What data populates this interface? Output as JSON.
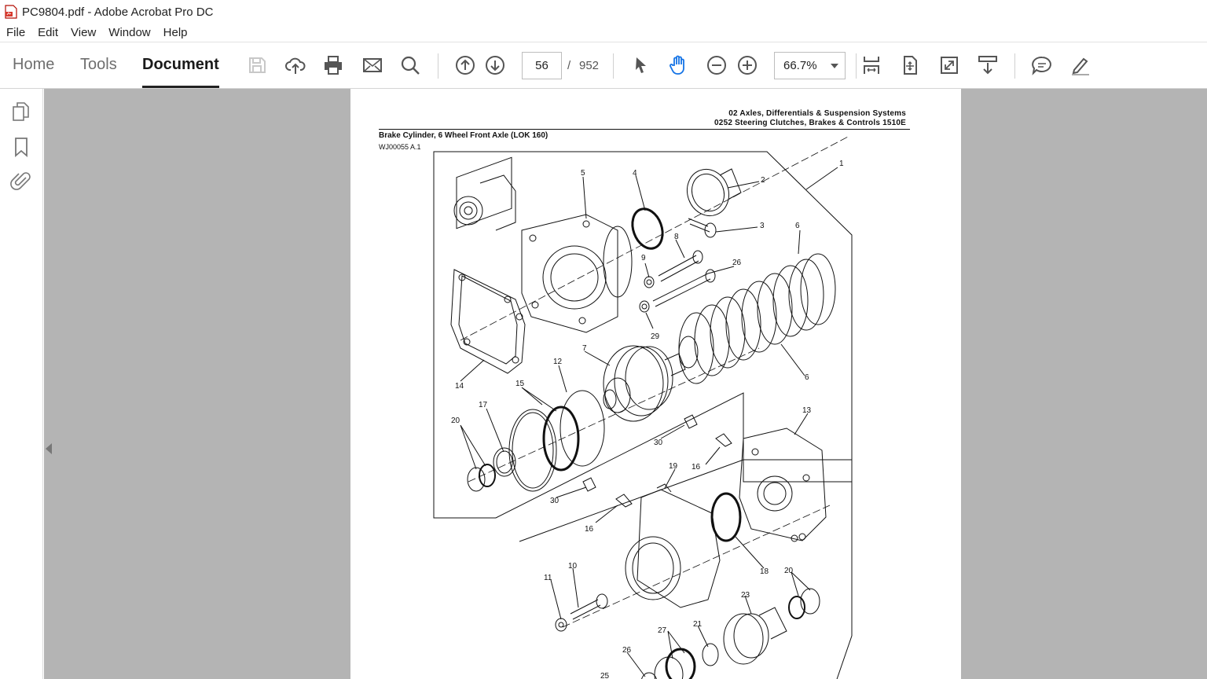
{
  "window": {
    "title": "PC9804.pdf - Adobe Acrobat Pro DC",
    "icon": "pdf-file-icon"
  },
  "menu": [
    "File",
    "Edit",
    "View",
    "Window",
    "Help"
  ],
  "tabs": {
    "home": "Home",
    "tools": "Tools",
    "document": "Document",
    "active": "Document"
  },
  "toolbar": {
    "icons": [
      "save-icon",
      "upload-cloud-icon",
      "print-icon",
      "email-icon",
      "search-icon",
      "page-up-icon",
      "page-down-icon",
      "select-arrow-icon",
      "hand-tool-icon",
      "zoom-out-icon",
      "zoom-in-icon",
      "fit-page-icon",
      "rotate-icon",
      "full-screen-icon",
      "scrolling-mode-icon",
      "comment-icon",
      "highlight-pen-icon"
    ],
    "page_current": "56",
    "page_separator": "/",
    "page_total": "952",
    "zoom": "66.7%",
    "accent_color": "#1473e6"
  },
  "sidebar": {
    "icons": [
      "page-thumbnails-icon",
      "bookmark-icon",
      "attachment-icon"
    ]
  },
  "document": {
    "header_line1": "02 Axles, Differentials & Suspension Systems",
    "header_line2": "0252 Steering Clutches, Brakes & Controls 1510E",
    "title": "Brake Cylinder, 6 Wheel Front Axle (LOK 160)",
    "ref": "WJ00055 A.1",
    "callouts": [
      "1",
      "2",
      "3",
      "4",
      "5",
      "6",
      "6",
      "7",
      "8",
      "9",
      "26",
      "29",
      "12",
      "14",
      "15",
      "17",
      "20",
      "13",
      "30",
      "16",
      "19",
      "30",
      "16",
      "18",
      "10",
      "11",
      "20",
      "23",
      "21",
      "27",
      "26",
      "25"
    ]
  }
}
